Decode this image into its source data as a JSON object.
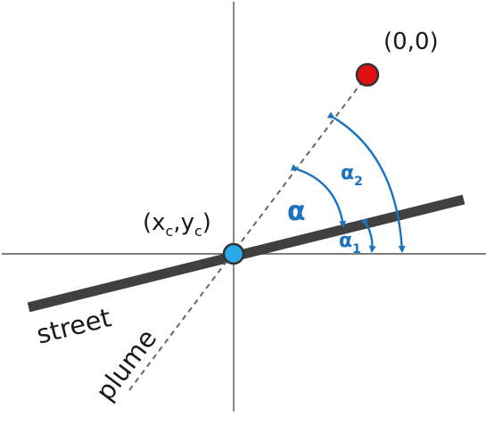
{
  "labels": {
    "origin": "(0,0)",
    "source_x": "x",
    "source_y": "y",
    "source_sub": "c",
    "open_paren": "(",
    "comma": ",",
    "close_paren": ")",
    "street": "street",
    "plume": "plume",
    "alpha": "α",
    "alpha1": "α",
    "alpha1_sub": "1",
    "alpha2": "α",
    "alpha2_sub": "2"
  },
  "colors": {
    "axis": "#555555",
    "street": "#404040",
    "plume": "#666666",
    "angle_arrows": "#1a73c0",
    "source_point": "#29a8e8",
    "origin_point": "#e01010"
  }
}
